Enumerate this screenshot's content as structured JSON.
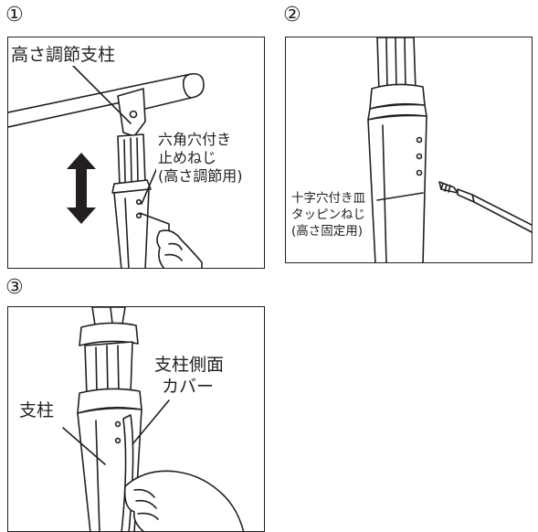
{
  "steps": [
    {
      "number": "①",
      "labels": {
        "post": "高さ調節支柱",
        "screw_line1": "六角穴付き",
        "screw_line2": "止めねじ",
        "screw_line3": "(高さ調節用)"
      }
    },
    {
      "number": "②",
      "labels": {
        "screw_line1": "十字穴付き皿",
        "screw_line2": "タッピンねじ",
        "screw_line3": "(高さ固定用)"
      }
    },
    {
      "number": "③",
      "labels": {
        "post": "支柱",
        "cover_line1": "支柱側面",
        "cover_line2": "カバー"
      }
    }
  ],
  "colors": {
    "line": "#231f20",
    "arrow": "#231f20",
    "fill": "#ffffff"
  }
}
